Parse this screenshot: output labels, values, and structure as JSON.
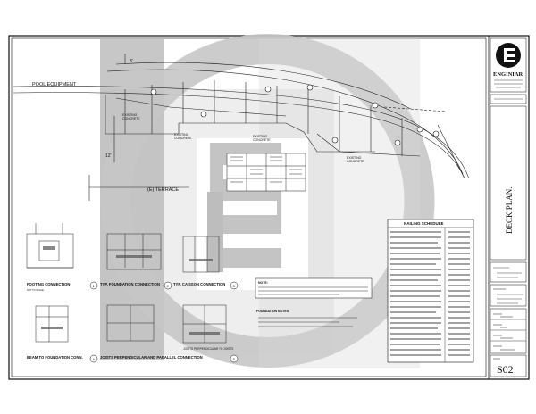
{
  "labels": {
    "pool_equipment": "POOL EQUIPMENT",
    "terrace": "(E) TERRACE",
    "existing_concrete_1": "EXISTING",
    "existing_concrete_2": "CONCRETE",
    "existing_concrete_3": "EXISTING",
    "existing_concrete_4": "CONCRETE",
    "existing_concrete_5": "EXISTING",
    "existing_concrete_6": "CONCRETE",
    "existing_concrete_7": "EXISTING",
    "existing_concrete_8": "CONCRETE",
    "dim_12": "12'",
    "dim_8": "8'"
  },
  "details": {
    "footing_connection": "FOOTING CONNECTION",
    "typ_foundation_connection": "TYP. FOUNDATION CONNECTION",
    "typ_cassion_connection": "TYP. CAISSON CONNECTION",
    "beam_to_foundation": "BEAM TO FOUNDATION CONN.",
    "joist_connection": "JOISTS PERPENDICULAR AND PARALLEL CONNECTION",
    "perpendicular_joists": "JOISTS PERPENDICULAR TO JOISTS",
    "scale_note": "NOT TO SCALE",
    "num_1": "1",
    "num_2": "2",
    "num_3": "3",
    "num_4": "4",
    "num_5": "5"
  },
  "notes": {
    "note_title": "NOTE:",
    "foundation_notes_title": "FOUNDATION NOTES:"
  },
  "schedule": {
    "title": "NAILING SCHEDULE"
  },
  "title_block": {
    "brand": "ENGINIAR",
    "sheet_title": "DECK PLAN.",
    "sheet_number": "S02"
  },
  "colors": {
    "watermark": "#bdbdbd",
    "line": "#222222"
  }
}
